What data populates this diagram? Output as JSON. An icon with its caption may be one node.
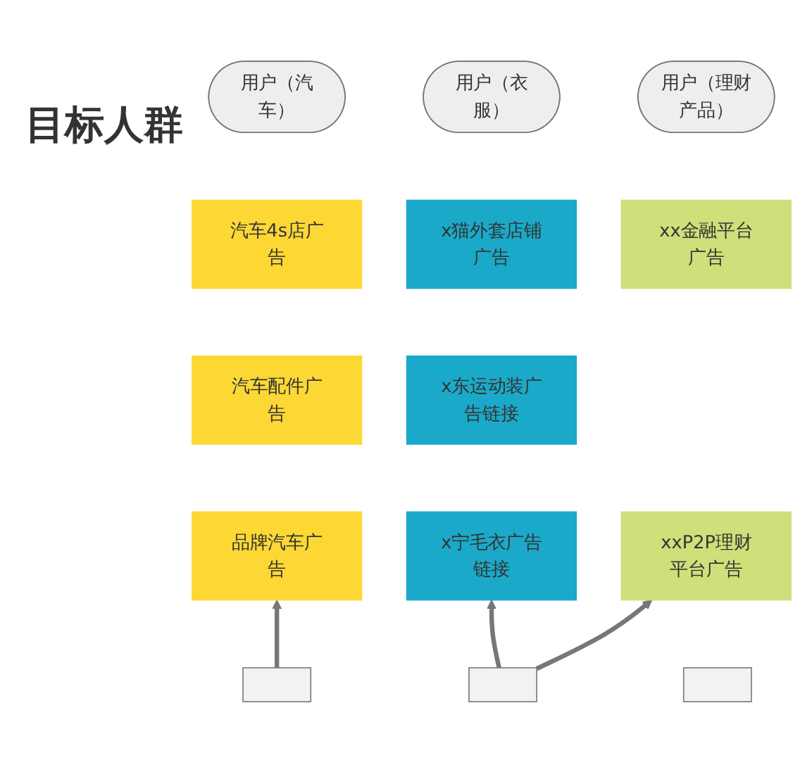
{
  "diagram": {
    "nodes": [
      {
        "text": [
          "用户（汽车）"
        ]
      },
      {
        "text": [
          "用户（衣服）"
        ]
      },
      {
        "text": [
          "用户（理财产品）"
        ]
      },
      {
        "text": [
          "汽车4s店广告"
        ]
      },
      {
        "text": [
          "x猫外套店铺广告"
        ]
      },
      {
        "text": [
          "xx金融平台广告"
        ]
      },
      {
        "text": [
          "汽车配件广告"
        ]
      },
      {
        "text": [
          "x东运动装广告链接"
        ]
      },
      {
        "text": [
          "品牌汽车广告"
        ]
      },
      {
        "text": [
          "x宁毛衣广告链接"
        ]
      },
      {
        "text": [
          "xxP2P理财平台广告"
        ]
      },
      {
        "text": [],
        "shape": "box"
      },
      {
        "text": [],
        "shape": "box"
      },
      {
        "text": [],
        "shape": "box"
      }
    ],
    "edges": [
      {
        "from": 11,
        "to": 8,
        "arrow": "to"
      },
      {
        "from": 12,
        "to": 9,
        "arrow": "to"
      },
      {
        "from": 12,
        "to": 10,
        "arrow": "to"
      }
    ],
    "labels": [
      "目标人群"
    ]
  }
}
